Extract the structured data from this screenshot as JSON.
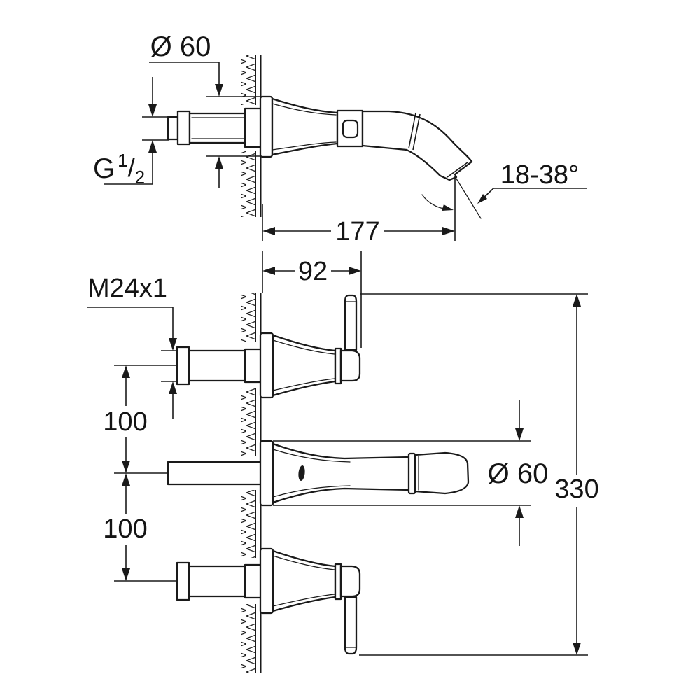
{
  "drawing": {
    "background": "#ffffff",
    "line_color": "#1a1a1a",
    "views": {
      "side": {
        "labels": {
          "spout_diameter": "Ø 60",
          "thread_g": "G",
          "thread_sup": "1",
          "thread_slash": "/",
          "thread_sub": "2",
          "spout_projection": "177",
          "spout_angle_range": "18-38°"
        }
      },
      "front": {
        "labels": {
          "handle_projection": "92",
          "connection_thread": "M24x1",
          "upper_spacing": "100",
          "lower_spacing": "100",
          "escutcheon_diameter": "Ø 60",
          "overall_height": "330"
        }
      }
    }
  }
}
